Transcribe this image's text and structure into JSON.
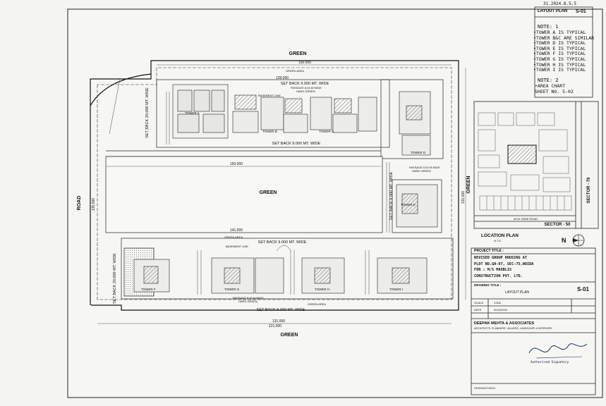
{
  "stamp": {
    "date_text": "31.2024.8.5.5"
  },
  "title_block_top": {
    "plan_name": "LAYOUT PLAN",
    "sheet": "S-01",
    "notes_1_heading": "NOTE: 1",
    "notes_1": [
      "•TOWER A IS TYPICAL",
      "•TOWER B&C ARE SIMILAR",
      "•TOWER D IS TYPICAL",
      "•TOWER E IS TYPICAL",
      "•TOWER F IS TYPICAL",
      "•TOWER G IS TYPICAL",
      "•TOWER H IS TYPICAL",
      "•TOWER I IS TYPICAL"
    ],
    "notes_2_heading": "NOTE: 2",
    "notes_2": [
      "•AREA CHART",
      "SHEET NO. S-02"
    ]
  },
  "site": {
    "green_top": "GREEN",
    "green_middle": "GREEN",
    "green_bottom": "GREEN",
    "green_right": "GREEN",
    "road": "ROAD",
    "setback_top": "SET BACK 9.000 MT. WIDE",
    "setback_top_lower": "SET BACK 9.000 MT. WIDE",
    "setback_mid": "SET BACK 9.000 MT. WIDE",
    "setback_bottom": "SET BACK 9.000 MT. WIDE",
    "setback_left": "SET BACK 20.000 MT. WIDE",
    "setback_left_lower": "SET BACK 20.000 MT. WIDE",
    "setback_right": "SET BACK 9.000 MT. WIDE",
    "dim_top": "150.000",
    "dim_top_inner": "139.000",
    "dim_mid": "150.000",
    "dim_mid2": "141.000",
    "dim_bottom": "131.000",
    "dim_bottom2": "121.000",
    "dim_left": "135.000",
    "dim_right": "131.000",
    "basement_line": "BASEMENT LINE",
    "green_area": "GREEN AREA",
    "passage": "PASSAGE 6.00 M WIDE",
    "hard_green": "HARD GREEN",
    "towers": [
      "TOWER A",
      "TOWER B",
      "TOWER C",
      "TOWER D",
      "TOWER E",
      "TOWER F",
      "TOWER G",
      "TOWER H",
      "TOWER I"
    ]
  },
  "location_plan": {
    "label": "LOCATION PLAN",
    "scale": "N.T.S.",
    "sector_right": "SECTOR - 76",
    "sector_bottom": "SECTOR - 50",
    "road_label": "40 M. WIDE ROAD",
    "north": "N"
  },
  "project_block": {
    "heading": "PROJECT TITLE :",
    "lines": [
      "REVISED GROUP HOUSING AT",
      "PLOT NO.GH-07, SEC-75,NOIDA",
      "FOR : M/S MAXBLIS",
      "CONSTRUCTION PVT. LTD."
    ],
    "drawing_title_label": "DRAWING TITLE :",
    "drawing_title": "LAYOUT PLAN",
    "sheet_no": "S-01",
    "scale_label": "SCALE",
    "scale_value": "1:500",
    "date_label": "DATE",
    "date_value": "2013/2024",
    "firm": "DEEPAK MEHTA & ASSOCIATES",
    "firm_sub": "ARCHITECTS, PLANNERS, VALUERS, LANDSCAPE & INTERIORS",
    "signature_caption": "Authorised Signatory",
    "footer_code": "GHS/04/07/2024"
  }
}
